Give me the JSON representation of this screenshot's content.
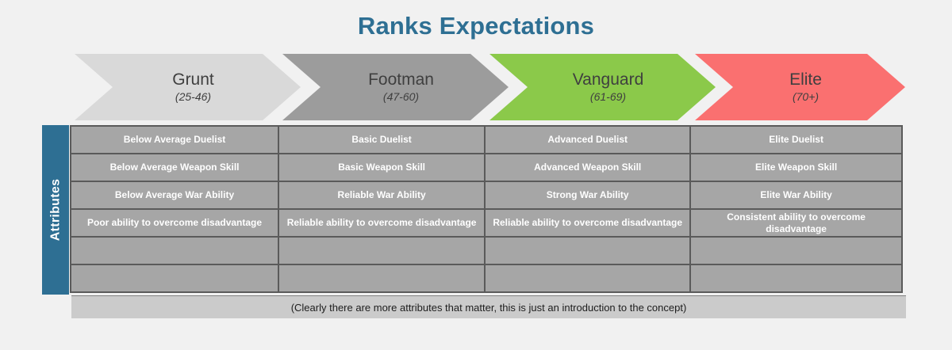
{
  "title": "Ranks Expectations",
  "colors": {
    "title": "#2e6f93",
    "panel": "#2e6f93",
    "cell": "#a6a6a6",
    "grunt": "#d9d9d9",
    "footman": "#9c9c9c",
    "vanguard": "#8bc94a",
    "elite": "#fa7070",
    "background": "#f1f1f1",
    "footer": "#cbcbcb"
  },
  "ranks": [
    {
      "name": "Grunt",
      "range": "(25-46)"
    },
    {
      "name": "Footman",
      "range": "(47-60)"
    },
    {
      "name": "Vanguard",
      "range": "(61-69)"
    },
    {
      "name": "Elite",
      "range": "(70+)"
    }
  ],
  "side_label": "Attributes",
  "matrix": {
    "columns": [
      {
        "rank": "Grunt",
        "cells": [
          "Below Average Duelist",
          "Below Average Weapon Skill",
          "Below Average War Ability",
          "Poor ability to overcome disadvantage",
          "",
          ""
        ]
      },
      {
        "rank": "Footman",
        "cells": [
          "Basic Duelist",
          "Basic Weapon Skill",
          "Reliable War Ability",
          "Reliable ability to overcome disadvantage",
          "",
          ""
        ]
      },
      {
        "rank": "Vanguard",
        "cells": [
          "Advanced Duelist",
          "Advanced Weapon Skill",
          "Strong War Ability",
          "Reliable ability to overcome disadvantage",
          "",
          ""
        ]
      },
      {
        "rank": "Elite",
        "cells": [
          "Elite Duelist",
          "Elite Weapon Skill",
          "Elite War Ability",
          "Consistent ability to overcome disadvantage",
          "",
          ""
        ]
      }
    ]
  },
  "footnote": "(Clearly there are more attributes that matter, this is just an introduction to the concept)"
}
